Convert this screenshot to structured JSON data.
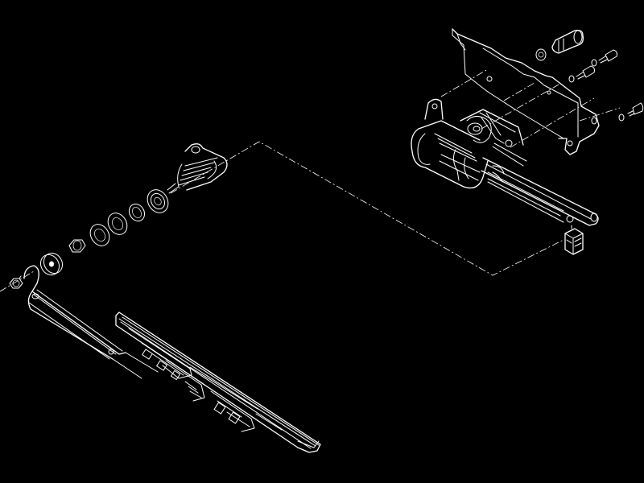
{
  "drawing": {
    "background": "#000000",
    "line_color": "#ffffff",
    "parts": [
      "wiper-blade",
      "wiper-arm",
      "arm-nut",
      "spindle-washer",
      "spacer",
      "spindle-seal",
      "spindle-pivot",
      "motor-assembly",
      "mounting-bracket",
      "bracket-bolt",
      "connector"
    ]
  }
}
